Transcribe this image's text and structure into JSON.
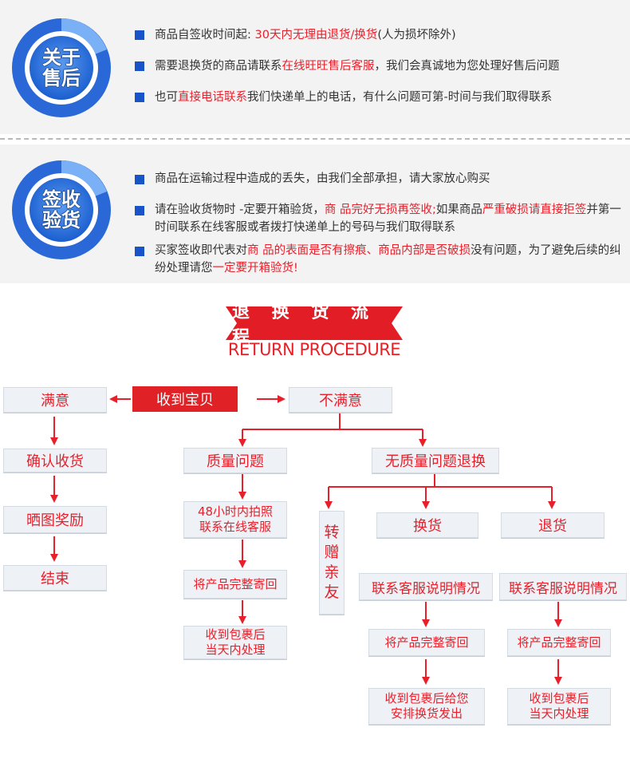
{
  "colors": {
    "accent_blue": "#1953c8",
    "accent_red": "#e8202b",
    "panel_bg": "#f3f3f3",
    "box_bg": "#eef2f6"
  },
  "after_sales": {
    "badge_lines": [
      "关于",
      "售后"
    ],
    "items": [
      {
        "icon": "blue-square-bullet",
        "segments": [
          {
            "text": "商品自签收时间起: ",
            "red": false
          },
          {
            "text": "30天内无理由退货/换货",
            "red": true
          },
          {
            "text": "(人为损坏除外)",
            "red": false
          }
        ]
      },
      {
        "icon": "blue-square-bullet",
        "segments": [
          {
            "text": "需要退换货的商品请联系",
            "red": false
          },
          {
            "text": "在线旺旺售后客服",
            "red": true
          },
          {
            "text": "，我们会真诚地为您处理好售后问题",
            "red": false
          }
        ]
      },
      {
        "icon": "blue-square-bullet",
        "segments": [
          {
            "text": "也可",
            "red": false
          },
          {
            "text": "直接电话联系",
            "red": true
          },
          {
            "text": "我们快递单上的电话，有什么问题可第-时间与我们取得联系",
            "red": false
          }
        ]
      }
    ]
  },
  "inspection": {
    "badge_lines": [
      "签收",
      "验货"
    ],
    "items": [
      {
        "icon": "blue-square-bullet",
        "segments": [
          {
            "text": "商品在运输过程中造成的丢失，由我们全部承担，请大家放心购买",
            "red": false
          }
        ]
      },
      {
        "icon": "blue-square-bullet",
        "segments": [
          {
            "text": "请在验收货物时 -定要开箱验货，",
            "red": false
          },
          {
            "text": "商 品完好无损再签收;",
            "red": true
          },
          {
            "text": "如果商品",
            "red": false
          },
          {
            "text": "严重破损请直接拒签",
            "red": true
          },
          {
            "text": "并第一时间联系在线客服或者拨打快递单上的号码与我们取得联系",
            "red": false
          }
        ]
      },
      {
        "icon": "blue-square-bullet",
        "segments": [
          {
            "text": "买家签收即代表对",
            "red": false
          },
          {
            "text": "商 品的表面是否有擦痕、商品内部是否破损",
            "red": true
          },
          {
            "text": "没有问题，为了避免后续的纠纷处理请您",
            "red": false
          },
          {
            "text": "一定要开箱验货!",
            "red": true
          }
        ]
      }
    ]
  },
  "procedure": {
    "title_cn": "退 换 货 流 程",
    "title_en": "RETURN PROCEDURE",
    "received": "收到宝贝",
    "satisfied": "满意",
    "confirm": "确认收货",
    "share_photo": "晒图奖励",
    "end": "结束",
    "unsatisfied": "不满意",
    "quality_issue": "质量问题",
    "quality_step1": [
      "48小时内拍照",
      "联系在线客服"
    ],
    "quality_step2": "将产品完整寄回",
    "quality_step3": [
      "收到包裹后",
      "当天内处理"
    ],
    "no_quality_issue": "无质量问题退换",
    "gift": [
      "转",
      "赠",
      "亲",
      "友"
    ],
    "exchange": "换货",
    "refund": "退货",
    "exchange_step1": "联系客服说明情况",
    "exchange_step2": "将产品完整寄回",
    "exchange_step3": [
      "收到包裹后给您",
      "安排换货发出"
    ],
    "refund_step1": "联系客服说明情况",
    "refund_step2": "将产品完整寄回",
    "refund_step3": [
      "收到包裹后",
      "当天内处理"
    ]
  }
}
